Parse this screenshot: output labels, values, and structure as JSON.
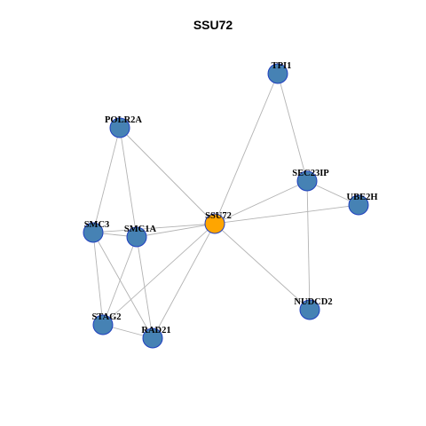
{
  "title": "SSU72",
  "colors": {
    "hub": "#FFA500",
    "node": "#4682B4",
    "node_border": "#1F3FBF",
    "edge": "#B3B3B3"
  },
  "nodes": [
    {
      "id": "TPI1",
      "label": "TPI1",
      "hub": false
    },
    {
      "id": "POLR2A",
      "label": "POLR2A",
      "hub": false
    },
    {
      "id": "SEC23IP",
      "label": "SEC23IP",
      "hub": false
    },
    {
      "id": "UBE2H",
      "label": "UBE2H",
      "hub": false
    },
    {
      "id": "SSU72",
      "label": "SSU72",
      "hub": true
    },
    {
      "id": "SMC3",
      "label": "SMC3",
      "hub": false
    },
    {
      "id": "SMC1A",
      "label": "SMC1A",
      "hub": false
    },
    {
      "id": "NUDCD2",
      "label": "NUDCD2",
      "hub": false
    },
    {
      "id": "STAG2",
      "label": "STAG2",
      "hub": false
    },
    {
      "id": "RAD21",
      "label": "RAD21",
      "hub": false
    }
  ],
  "edges": [
    [
      "SSU72",
      "TPI1"
    ],
    [
      "SSU72",
      "POLR2A"
    ],
    [
      "SSU72",
      "SEC23IP"
    ],
    [
      "SSU72",
      "UBE2H"
    ],
    [
      "SSU72",
      "SMC3"
    ],
    [
      "SSU72",
      "SMC1A"
    ],
    [
      "SSU72",
      "NUDCD2"
    ],
    [
      "SSU72",
      "STAG2"
    ],
    [
      "SSU72",
      "RAD21"
    ],
    [
      "TPI1",
      "SEC23IP"
    ],
    [
      "SEC23IP",
      "UBE2H"
    ],
    [
      "SEC23IP",
      "NUDCD2"
    ],
    [
      "POLR2A",
      "SMC3"
    ],
    [
      "POLR2A",
      "SMC1A"
    ],
    [
      "SMC3",
      "SMC1A"
    ],
    [
      "SMC3",
      "STAG2"
    ],
    [
      "SMC3",
      "RAD21"
    ],
    [
      "SMC1A",
      "STAG2"
    ],
    [
      "SMC1A",
      "RAD21"
    ],
    [
      "STAG2",
      "RAD21"
    ]
  ]
}
